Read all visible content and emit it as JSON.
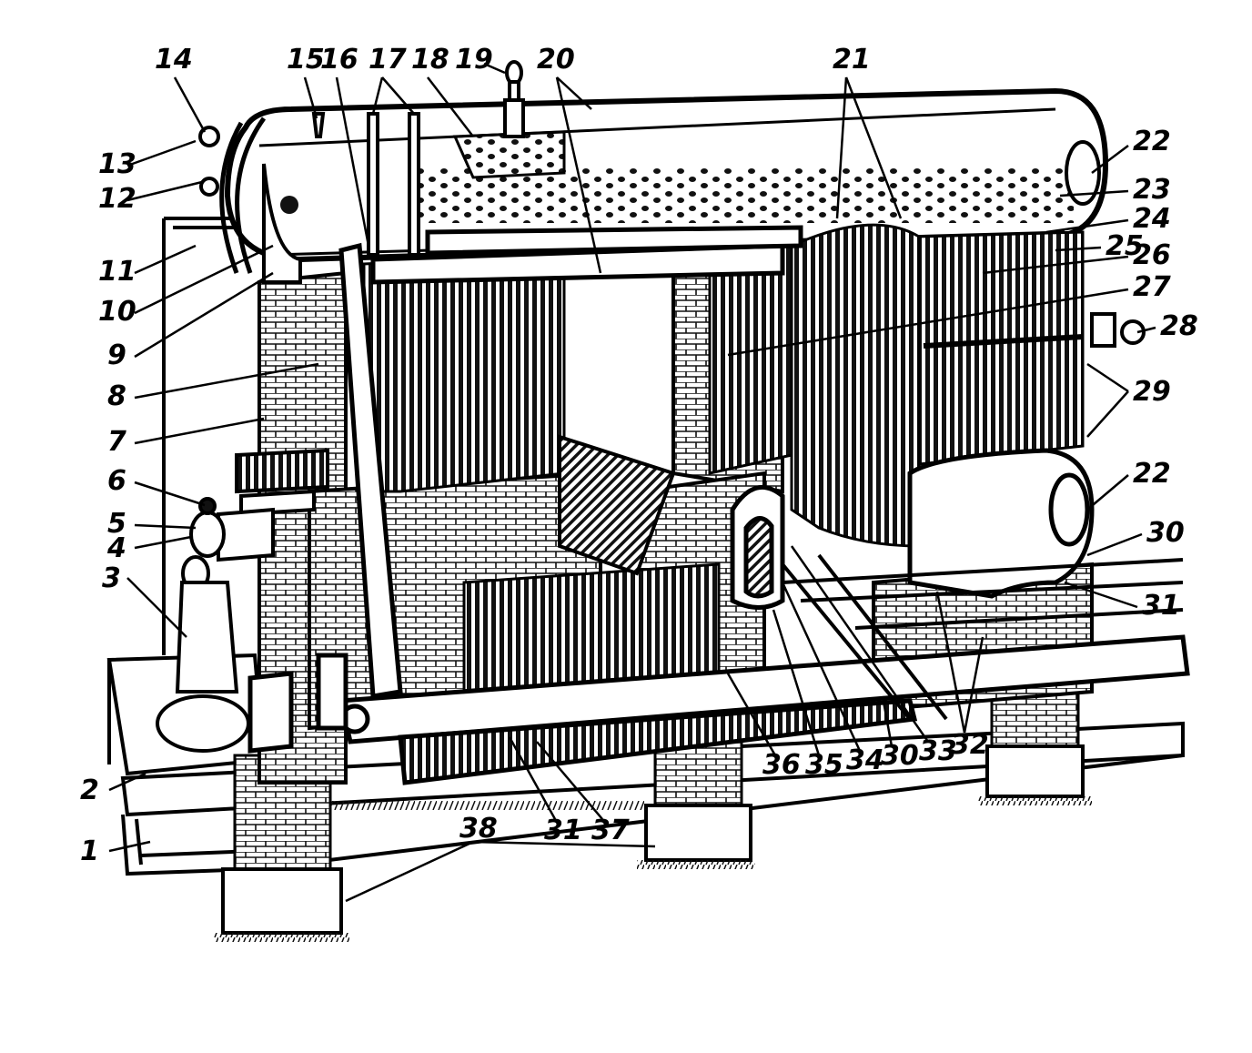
{
  "diagram": {
    "callouts": [
      {
        "id": "c1",
        "label": "1"
      },
      {
        "id": "c2",
        "label": "2"
      },
      {
        "id": "c3",
        "label": "3"
      },
      {
        "id": "c4",
        "label": "4"
      },
      {
        "id": "c5",
        "label": "5"
      },
      {
        "id": "c6",
        "label": "6"
      },
      {
        "id": "c7",
        "label": "7"
      },
      {
        "id": "c8",
        "label": "8"
      },
      {
        "id": "c9",
        "label": "9"
      },
      {
        "id": "c10",
        "label": "10"
      },
      {
        "id": "c11",
        "label": "11"
      },
      {
        "id": "c12",
        "label": "12"
      },
      {
        "id": "c13",
        "label": "13"
      },
      {
        "id": "c14",
        "label": "14"
      },
      {
        "id": "c15",
        "label": "15"
      },
      {
        "id": "c16",
        "label": "16"
      },
      {
        "id": "c17",
        "label": "17"
      },
      {
        "id": "c18",
        "label": "18"
      },
      {
        "id": "c19",
        "label": "19"
      },
      {
        "id": "c20",
        "label": "20"
      },
      {
        "id": "c21",
        "label": "21"
      },
      {
        "id": "c22a",
        "label": "22"
      },
      {
        "id": "c23",
        "label": "23"
      },
      {
        "id": "c24",
        "label": "24"
      },
      {
        "id": "c25",
        "label": "25"
      },
      {
        "id": "c26",
        "label": "26"
      },
      {
        "id": "c27",
        "label": "27"
      },
      {
        "id": "c28",
        "label": "28"
      },
      {
        "id": "c29",
        "label": "29"
      },
      {
        "id": "c22b",
        "label": "22"
      },
      {
        "id": "c30a",
        "label": "30"
      },
      {
        "id": "c31a",
        "label": "31"
      },
      {
        "id": "c36",
        "label": "36"
      },
      {
        "id": "c35",
        "label": "35"
      },
      {
        "id": "c34",
        "label": "34"
      },
      {
        "id": "c30b",
        "label": "30"
      },
      {
        "id": "c33",
        "label": "33"
      },
      {
        "id": "c32",
        "label": "32"
      },
      {
        "id": "c31b",
        "label": "31"
      },
      {
        "id": "c37",
        "label": "37"
      },
      {
        "id": "c38",
        "label": "38"
      }
    ]
  }
}
